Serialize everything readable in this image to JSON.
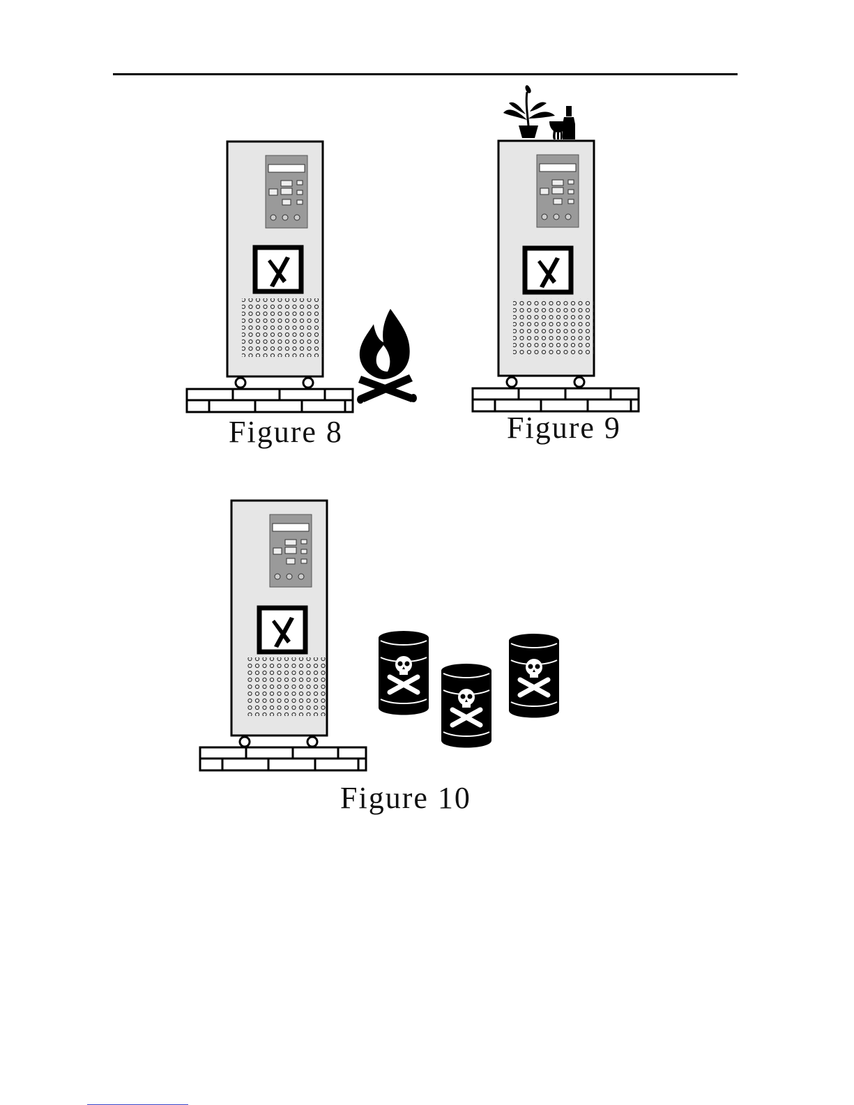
{
  "figures": [
    {
      "id": "fig8",
      "caption": "Figure 8",
      "hazard": "fire-icon"
    },
    {
      "id": "fig9",
      "caption": "Figure 9",
      "hazard": "plant-and-wine-icon"
    },
    {
      "id": "fig10",
      "caption": "Figure 10",
      "hazard": "toxic-barrels-icon"
    }
  ],
  "colors": {
    "cabinet": "#e6e6e6",
    "panel": "#9a9a9a",
    "ink": "#000000",
    "page": "#ffffff"
  }
}
